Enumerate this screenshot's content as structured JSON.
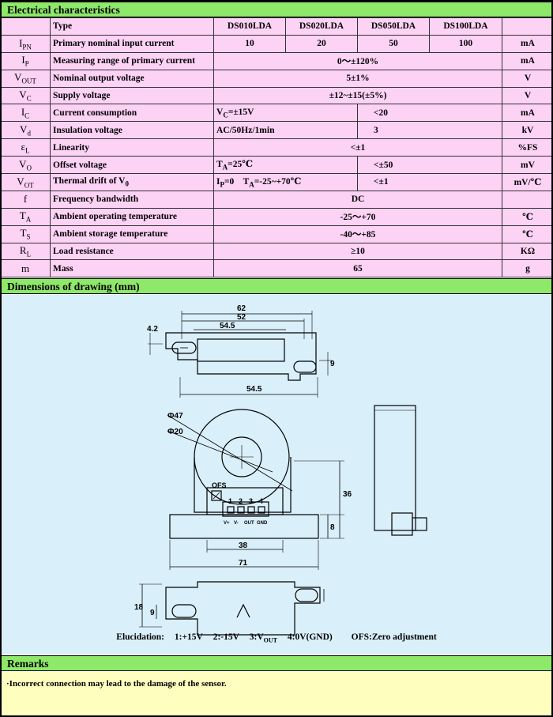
{
  "sections": {
    "electrical": "Electrical characteristics",
    "dimensions": "Dimensions of drawing (mm)",
    "remarks": "Remarks"
  },
  "table": {
    "type_label": "Type",
    "models": [
      "DS010LDA",
      "DS020LDA",
      "DS050LDA",
      "DS100LDA"
    ],
    "rows": [
      {
        "sym": "I",
        "sub": "PN",
        "param": "Primary nominal input current",
        "vals": [
          "10",
          "20",
          "50",
          "100"
        ],
        "unit": "mA"
      },
      {
        "sym": "I",
        "sub": "P",
        "param": "Measuring range of primary current",
        "value": "0～±120%",
        "unit": "mA"
      },
      {
        "sym": "V",
        "sub": "OUT",
        "param": "Nominal output voltage",
        "value": "5±1%",
        "unit": "V"
      },
      {
        "sym": "V",
        "sub": "C",
        "param": "Supply voltage",
        "value": "±12~±15(±5%)",
        "unit": "V"
      },
      {
        "sym": "I",
        "sub": "C",
        "param": "Current consumption",
        "cond": "V",
        "cond_sub": "C",
        "cond_rest": "=±15V",
        "value": "<20",
        "unit": "mA"
      },
      {
        "sym": "V",
        "sub": "d",
        "param": "Insulation voltage",
        "cond": "AC/50Hz/1min",
        "value": "3",
        "unit": "kV"
      },
      {
        "sym": "ε",
        "sub": "L",
        "param": "Linearity",
        "value": "<±1",
        "unit": "%FS"
      },
      {
        "sym": "V",
        "sub": "O",
        "param": "Offset voltage",
        "cond": "T",
        "cond_sub": "A",
        "cond_rest": "=25℃",
        "value": "<±50",
        "unit": "mV"
      },
      {
        "sym": "V",
        "sub": "OT",
        "param": "Thermal drift of V",
        "param_sub": "0",
        "cond": "I",
        "cond_sub": "P",
        "cond_rest": "=0    T",
        "cond_sub2": "A",
        "cond_rest2": "=-25~+70℃",
        "value": "<±1",
        "unit": "mV/℃"
      },
      {
        "sym": "f",
        "sub": "",
        "param": "Frequency bandwidth",
        "value": "DC",
        "unit": ""
      },
      {
        "sym": "T",
        "sub": "A",
        "param": "Ambient operating temperature",
        "value": "-25～+70",
        "unit": "℃"
      },
      {
        "sym": "T",
        "sub": "S",
        "param": "Ambient storage temperature",
        "value": "-40～+85",
        "unit": "℃"
      },
      {
        "sym": "R",
        "sub": "L",
        "param": "Load resistance",
        "value": "≥10",
        "unit": "KΩ"
      },
      {
        "sym": "m",
        "sub": "",
        "param": "Mass",
        "value": "65",
        "unit": "g"
      }
    ]
  },
  "drawing": {
    "dims": {
      "top_62": "62",
      "top_52": "52",
      "top_545": "54.5",
      "left_42": "4.2",
      "right_9": "9",
      "bottom_545": "54.5",
      "d47": "Ф47",
      "d20": "Ф20",
      "ofs": "OFS",
      "pins": [
        "1",
        "2",
        "3",
        "4"
      ],
      "pin_labels": [
        "V+",
        "V-",
        "OUT",
        "GND"
      ],
      "h36": "36",
      "h8": "8",
      "w38": "38",
      "w71": "71",
      "h18": "18",
      "h9b": "9"
    },
    "legend": {
      "title": "Elucidation:",
      "p1": "1:+15V",
      "p2": "2:-15V",
      "p3_pre": "3:V",
      "p3_sub": "OUT",
      "p4": "4:0V(GND)",
      "ofs": "OFS:Zero adjustment"
    }
  },
  "remarks": {
    "text": "·Incorrect connection may lead to the damage of the sensor."
  }
}
